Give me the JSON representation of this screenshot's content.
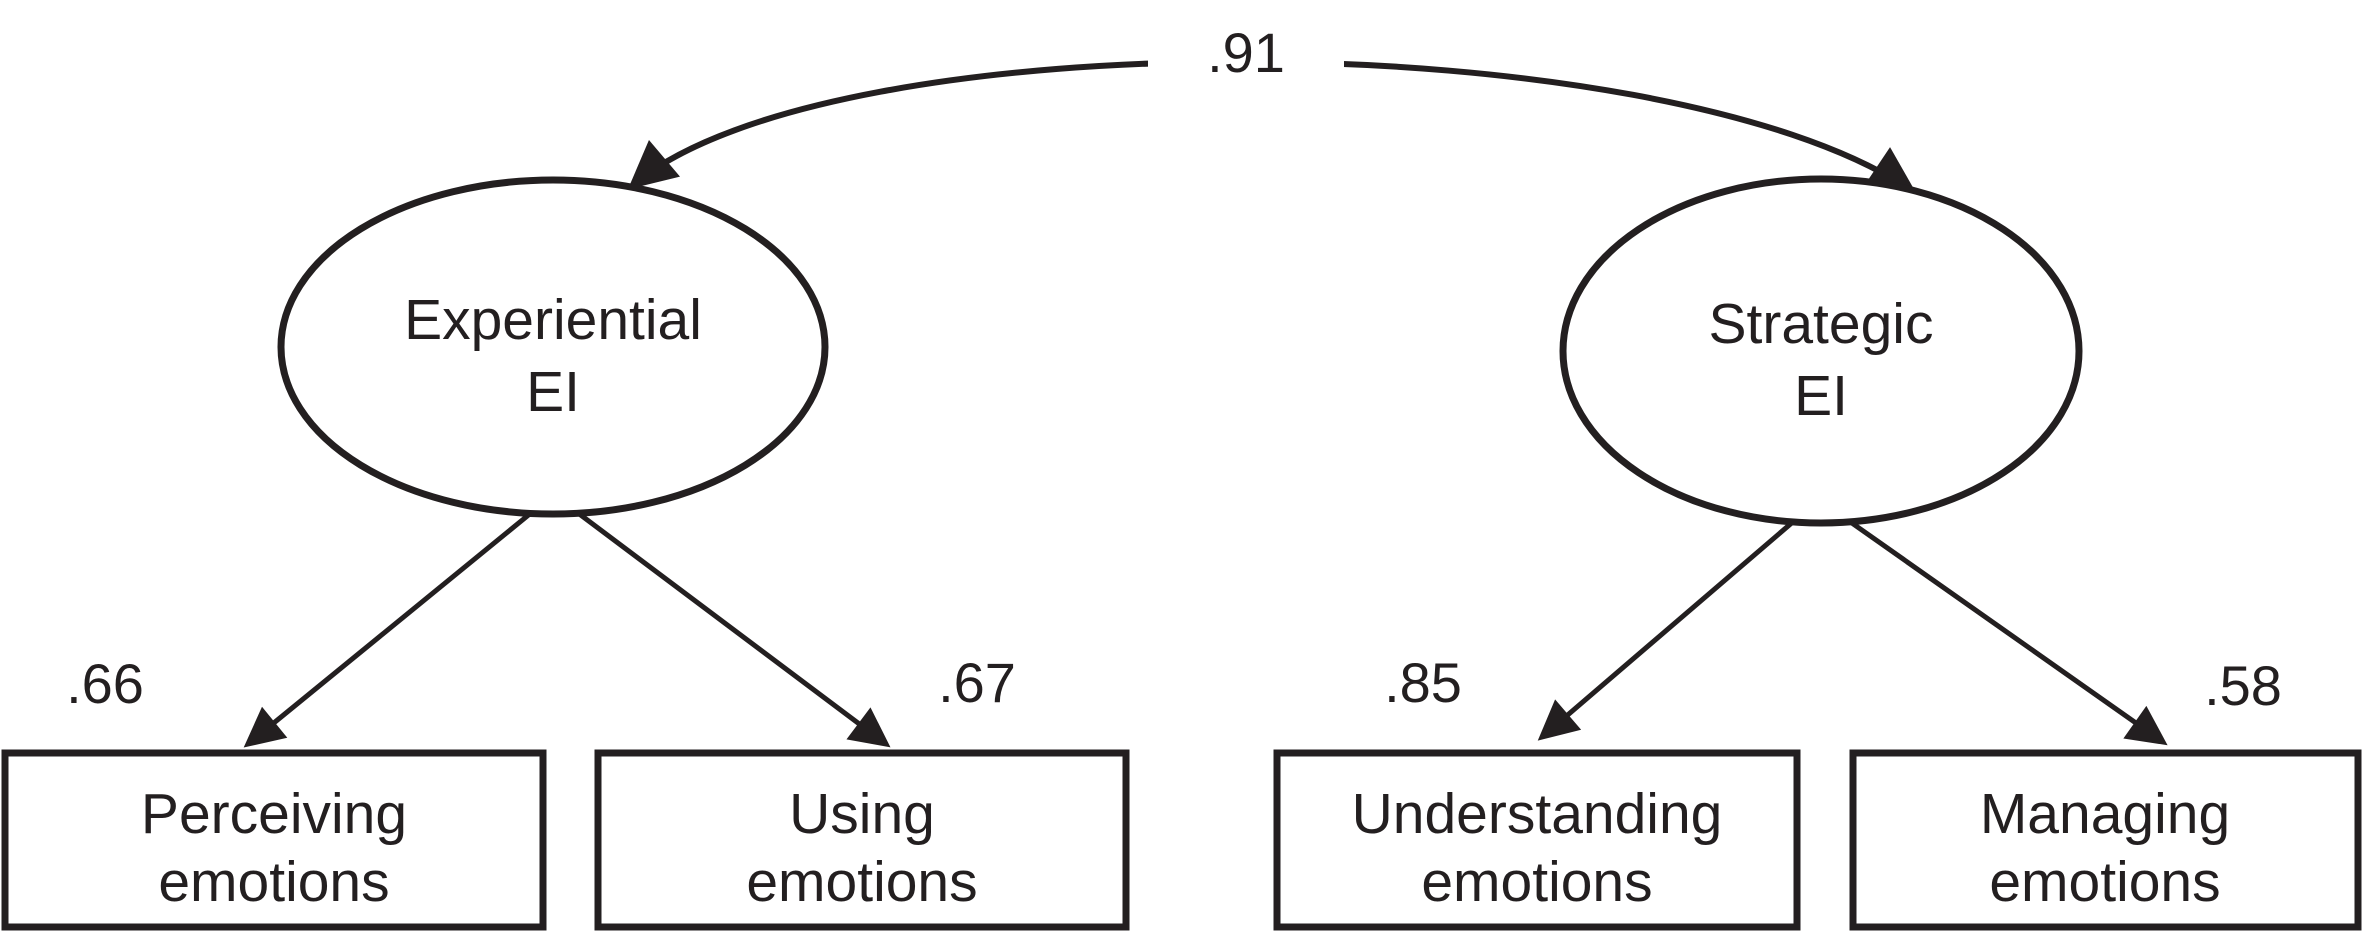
{
  "figure": {
    "type": "path-diagram",
    "colors": {
      "ink": "#231f20",
      "background": "#ffffff"
    },
    "nodes": {
      "latent": [
        {
          "id": "experiential-ei",
          "shape": "ellipse",
          "line1": "Experiential",
          "line2": "EI"
        },
        {
          "id": "strategic-ei",
          "shape": "ellipse",
          "line1": "Strategic",
          "line2": "EI"
        }
      ],
      "observed": [
        {
          "id": "perceiving-emotions",
          "shape": "rectangle",
          "line1": "Perceiving",
          "line2": "emotions"
        },
        {
          "id": "using-emotions",
          "shape": "rectangle",
          "line1": "Using",
          "line2": "emotions"
        },
        {
          "id": "understanding-emotions",
          "shape": "rectangle",
          "line1": "Understanding",
          "line2": "emotions"
        },
        {
          "id": "managing-emotions",
          "shape": "rectangle",
          "line1": "Managing",
          "line2": "emotions"
        }
      ]
    },
    "edges": {
      "correlation": {
        "from": "experiential-ei",
        "to": "strategic-ei",
        "style": "curved-double-headed-arrow",
        "label": ".91"
      },
      "loadings": [
        {
          "from": "experiential-ei",
          "to": "perceiving-emotions",
          "style": "straight-arrow",
          "label": ".66"
        },
        {
          "from": "experiential-ei",
          "to": "using-emotions",
          "style": "straight-arrow",
          "label": ".67"
        },
        {
          "from": "strategic-ei",
          "to": "understanding-emotions",
          "style": "straight-arrow",
          "label": ".85"
        },
        {
          "from": "strategic-ei",
          "to": "managing-emotions",
          "style": "straight-arrow",
          "label": ".58"
        }
      ]
    }
  }
}
